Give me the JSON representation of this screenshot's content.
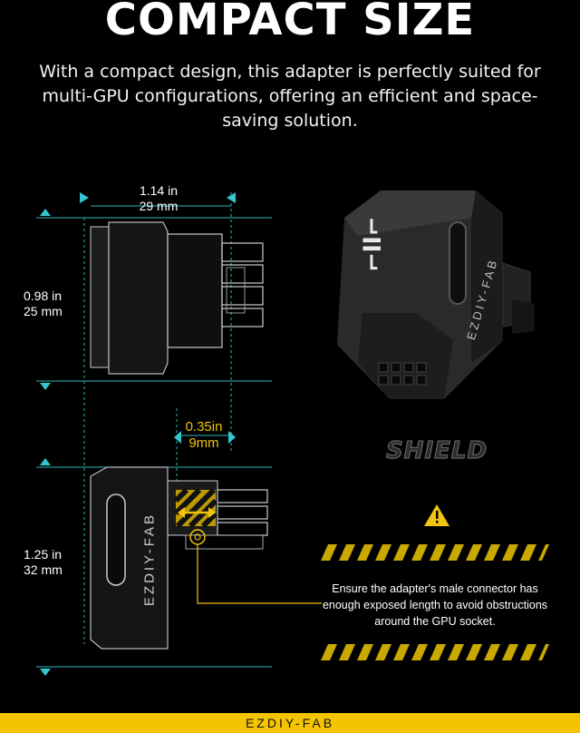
{
  "header": {
    "title": "COMPACT SIZE",
    "subtitle": "With a compact design, this adapter is perfectly suited for multi-GPU configurations, offering an efficient and space-saving solution."
  },
  "dimensions": {
    "width_in": "1.14 in",
    "width_mm": "29 mm",
    "height_in": "0.98 in",
    "height_mm": "25 mm",
    "offset_in": "0.35in",
    "offset_mm": "9mm",
    "bottom_in": "1.25 in",
    "bottom_mm": "32 mm"
  },
  "product": {
    "brand_vertical": "EZDIY-FAB",
    "shield_label": "SHIELD"
  },
  "warning": {
    "icon": "warning-triangle-icon",
    "text": "Ensure the adapter's male connector has enough exposed length to avoid obstructions around the GPU socket."
  },
  "footer": {
    "brand": "EZDIY-FAB"
  },
  "colors": {
    "accent_cyan": "#35c7cf",
    "accent_yellow": "#f2c30f",
    "background": "#000000"
  }
}
